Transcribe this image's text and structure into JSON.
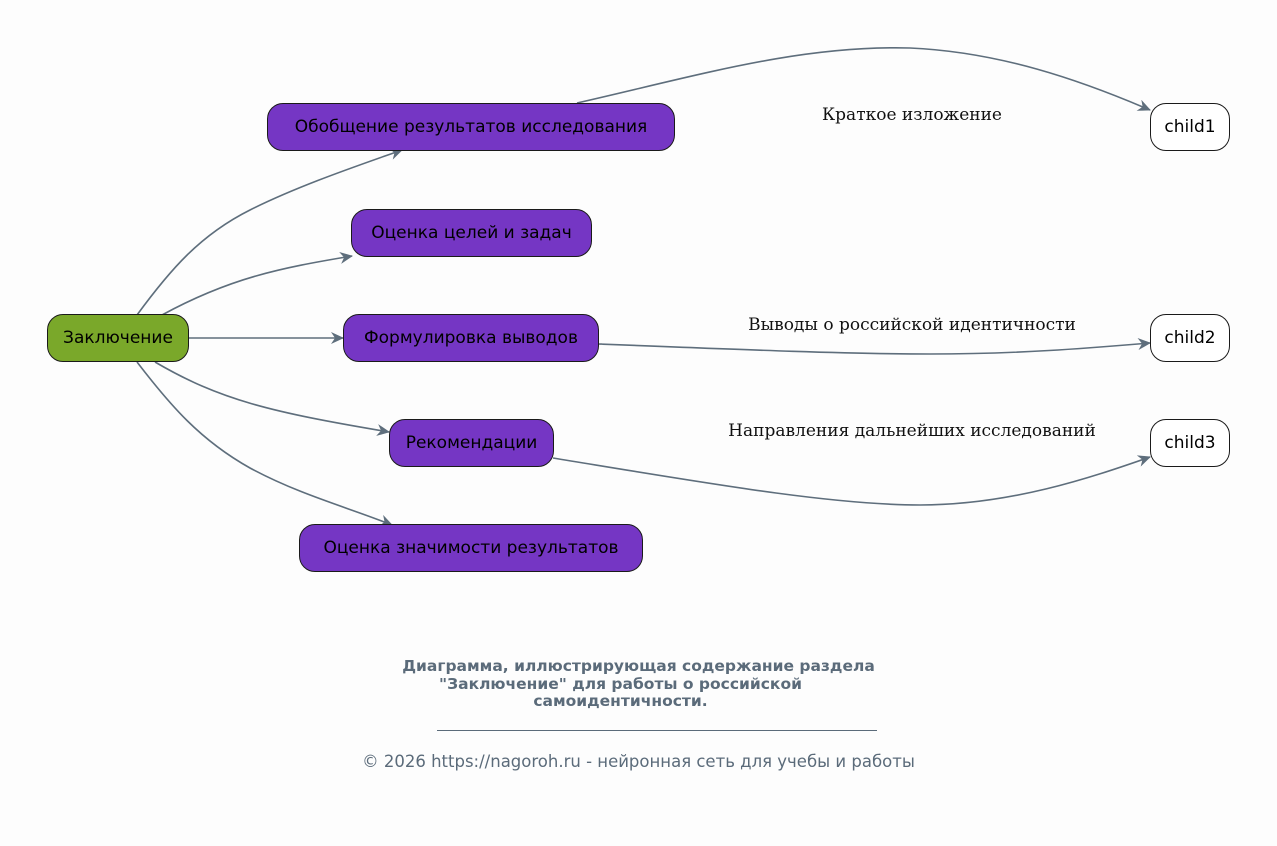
{
  "diagram": {
    "root": {
      "label": "Заключение",
      "color": "#7aa82a"
    },
    "branches": [
      {
        "label": "Обобщение результатов исследования",
        "color": "#7536c4"
      },
      {
        "label": "Оценка целей и задач",
        "color": "#7536c4"
      },
      {
        "label": "Формулировка выводов",
        "color": "#7536c4"
      },
      {
        "label": "Рекомендации",
        "color": "#7536c4"
      },
      {
        "label": "Оценка значимости результатов",
        "color": "#7536c4"
      }
    ],
    "leaves": [
      {
        "label": "child1",
        "from": "Обобщение результатов исследования",
        "edge_label": "Краткое изложение"
      },
      {
        "label": "child2",
        "from": "Формулировка выводов",
        "edge_label": "Выводы о российской идентичности"
      },
      {
        "label": "child3",
        "from": "Рекомендации",
        "edge_label": "Направления дальнейших исследований"
      }
    ],
    "edge_color": "#5e6e7c"
  },
  "caption": {
    "title_lines": [
      "Диаграмма, иллюстрирующая содержание раздела",
      "\"Заключение\" для работы о российской",
      "самоидентичности."
    ],
    "copyright": "© 2026 https://nagoroh.ru - нейронная сеть для учебы и работы"
  }
}
